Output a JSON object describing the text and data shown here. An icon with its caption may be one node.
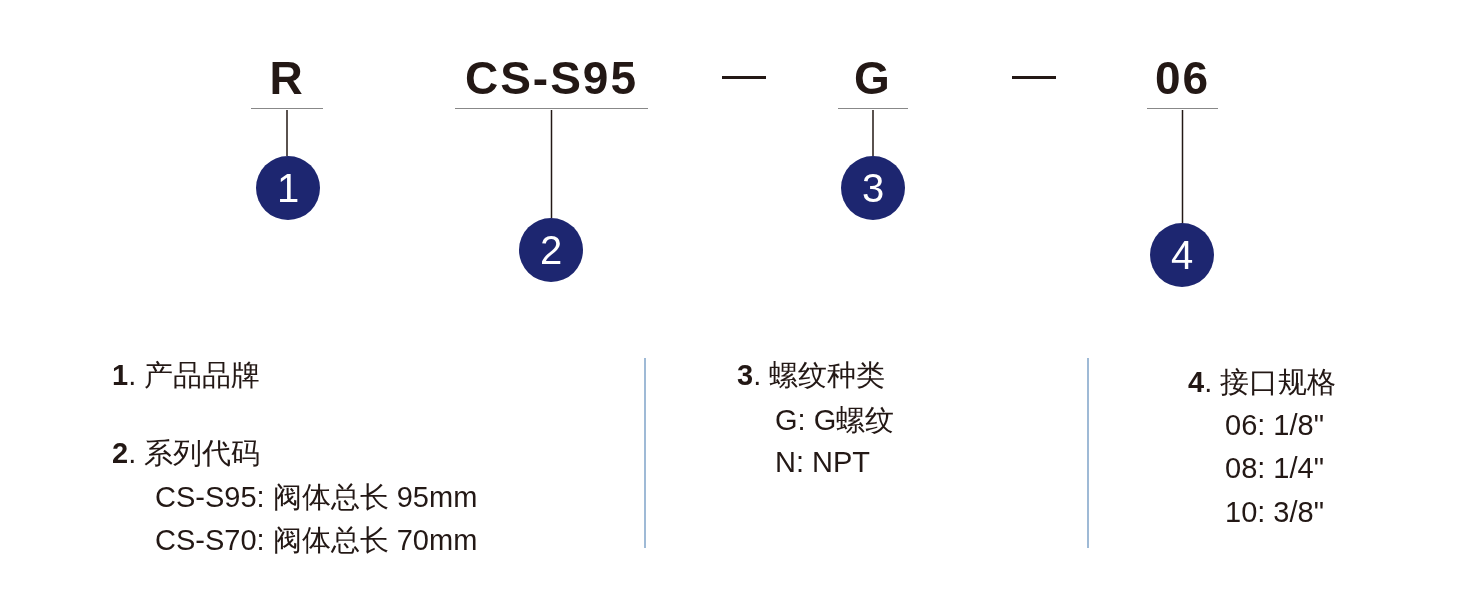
{
  "diagram": {
    "nodes": [
      {
        "text": [
          "R"
        ]
      },
      {
        "text": [
          "CS-S95"
        ]
      },
      {
        "text": [
          "G"
        ]
      },
      {
        "text": [
          "06"
        ]
      },
      {
        "text": [
          "1"
        ]
      },
      {
        "text": [
          "2"
        ]
      },
      {
        "text": [
          "3"
        ]
      },
      {
        "text": [
          "4"
        ]
      }
    ],
    "edges": [
      {
        "from": 0,
        "to": 4,
        "arrow": "none"
      },
      {
        "from": 1,
        "to": 5,
        "arrow": "none"
      },
      {
        "from": 2,
        "to": 6,
        "arrow": "none"
      },
      {
        "from": 3,
        "to": 7,
        "arrow": "none"
      }
    ],
    "labels": [
      "—",
      "—",
      "**1**. 产品品牌",
      "**3**. 螺纹种类",
      "**4**. 接口规格",
      "G: G螺纹",
      "06: 1/8\"",
      "**2**. 系列代码",
      "N: NPT",
      "08: 1/4\"",
      "CS-S95: 阀体总长 95mm",
      "10: 3/8\"",
      "CS-S70: 阀体总长 70mm"
    ]
  }
}
